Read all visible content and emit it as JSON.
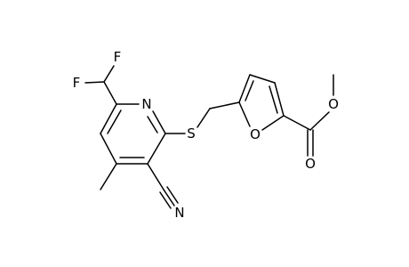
{
  "molecule": {
    "atoms": {
      "F1": "F",
      "F2": "F",
      "N_ring": "N",
      "S": "S",
      "O_furan": "O",
      "O_ester": "O",
      "O_carbonyl": "O",
      "N_nitrile": "N"
    }
  }
}
